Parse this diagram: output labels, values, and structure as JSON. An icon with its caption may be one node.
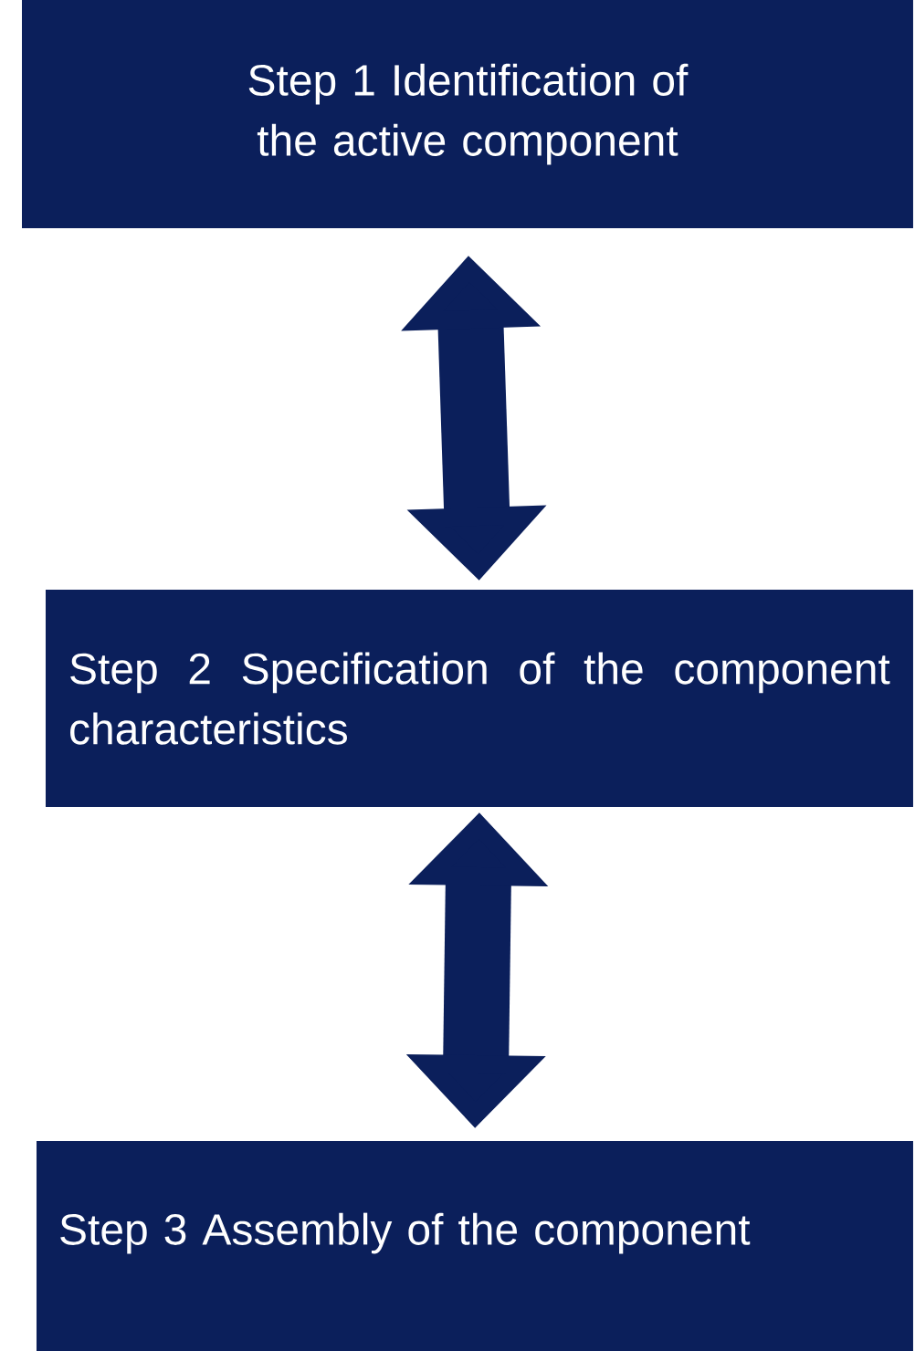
{
  "diagram": {
    "nodes": [
      {
        "text": [
          "Step 1 Identification of the active component"
        ]
      },
      {
        "text": [
          "Step 2 Specification of the component characteristics"
        ]
      },
      {
        "text": [
          "Step 3 Assembly of the component"
        ]
      }
    ],
    "edges": [
      {
        "from": 0,
        "to": 1,
        "arrow": "both"
      },
      {
        "from": 1,
        "to": 2,
        "arrow": "both"
      }
    ]
  }
}
